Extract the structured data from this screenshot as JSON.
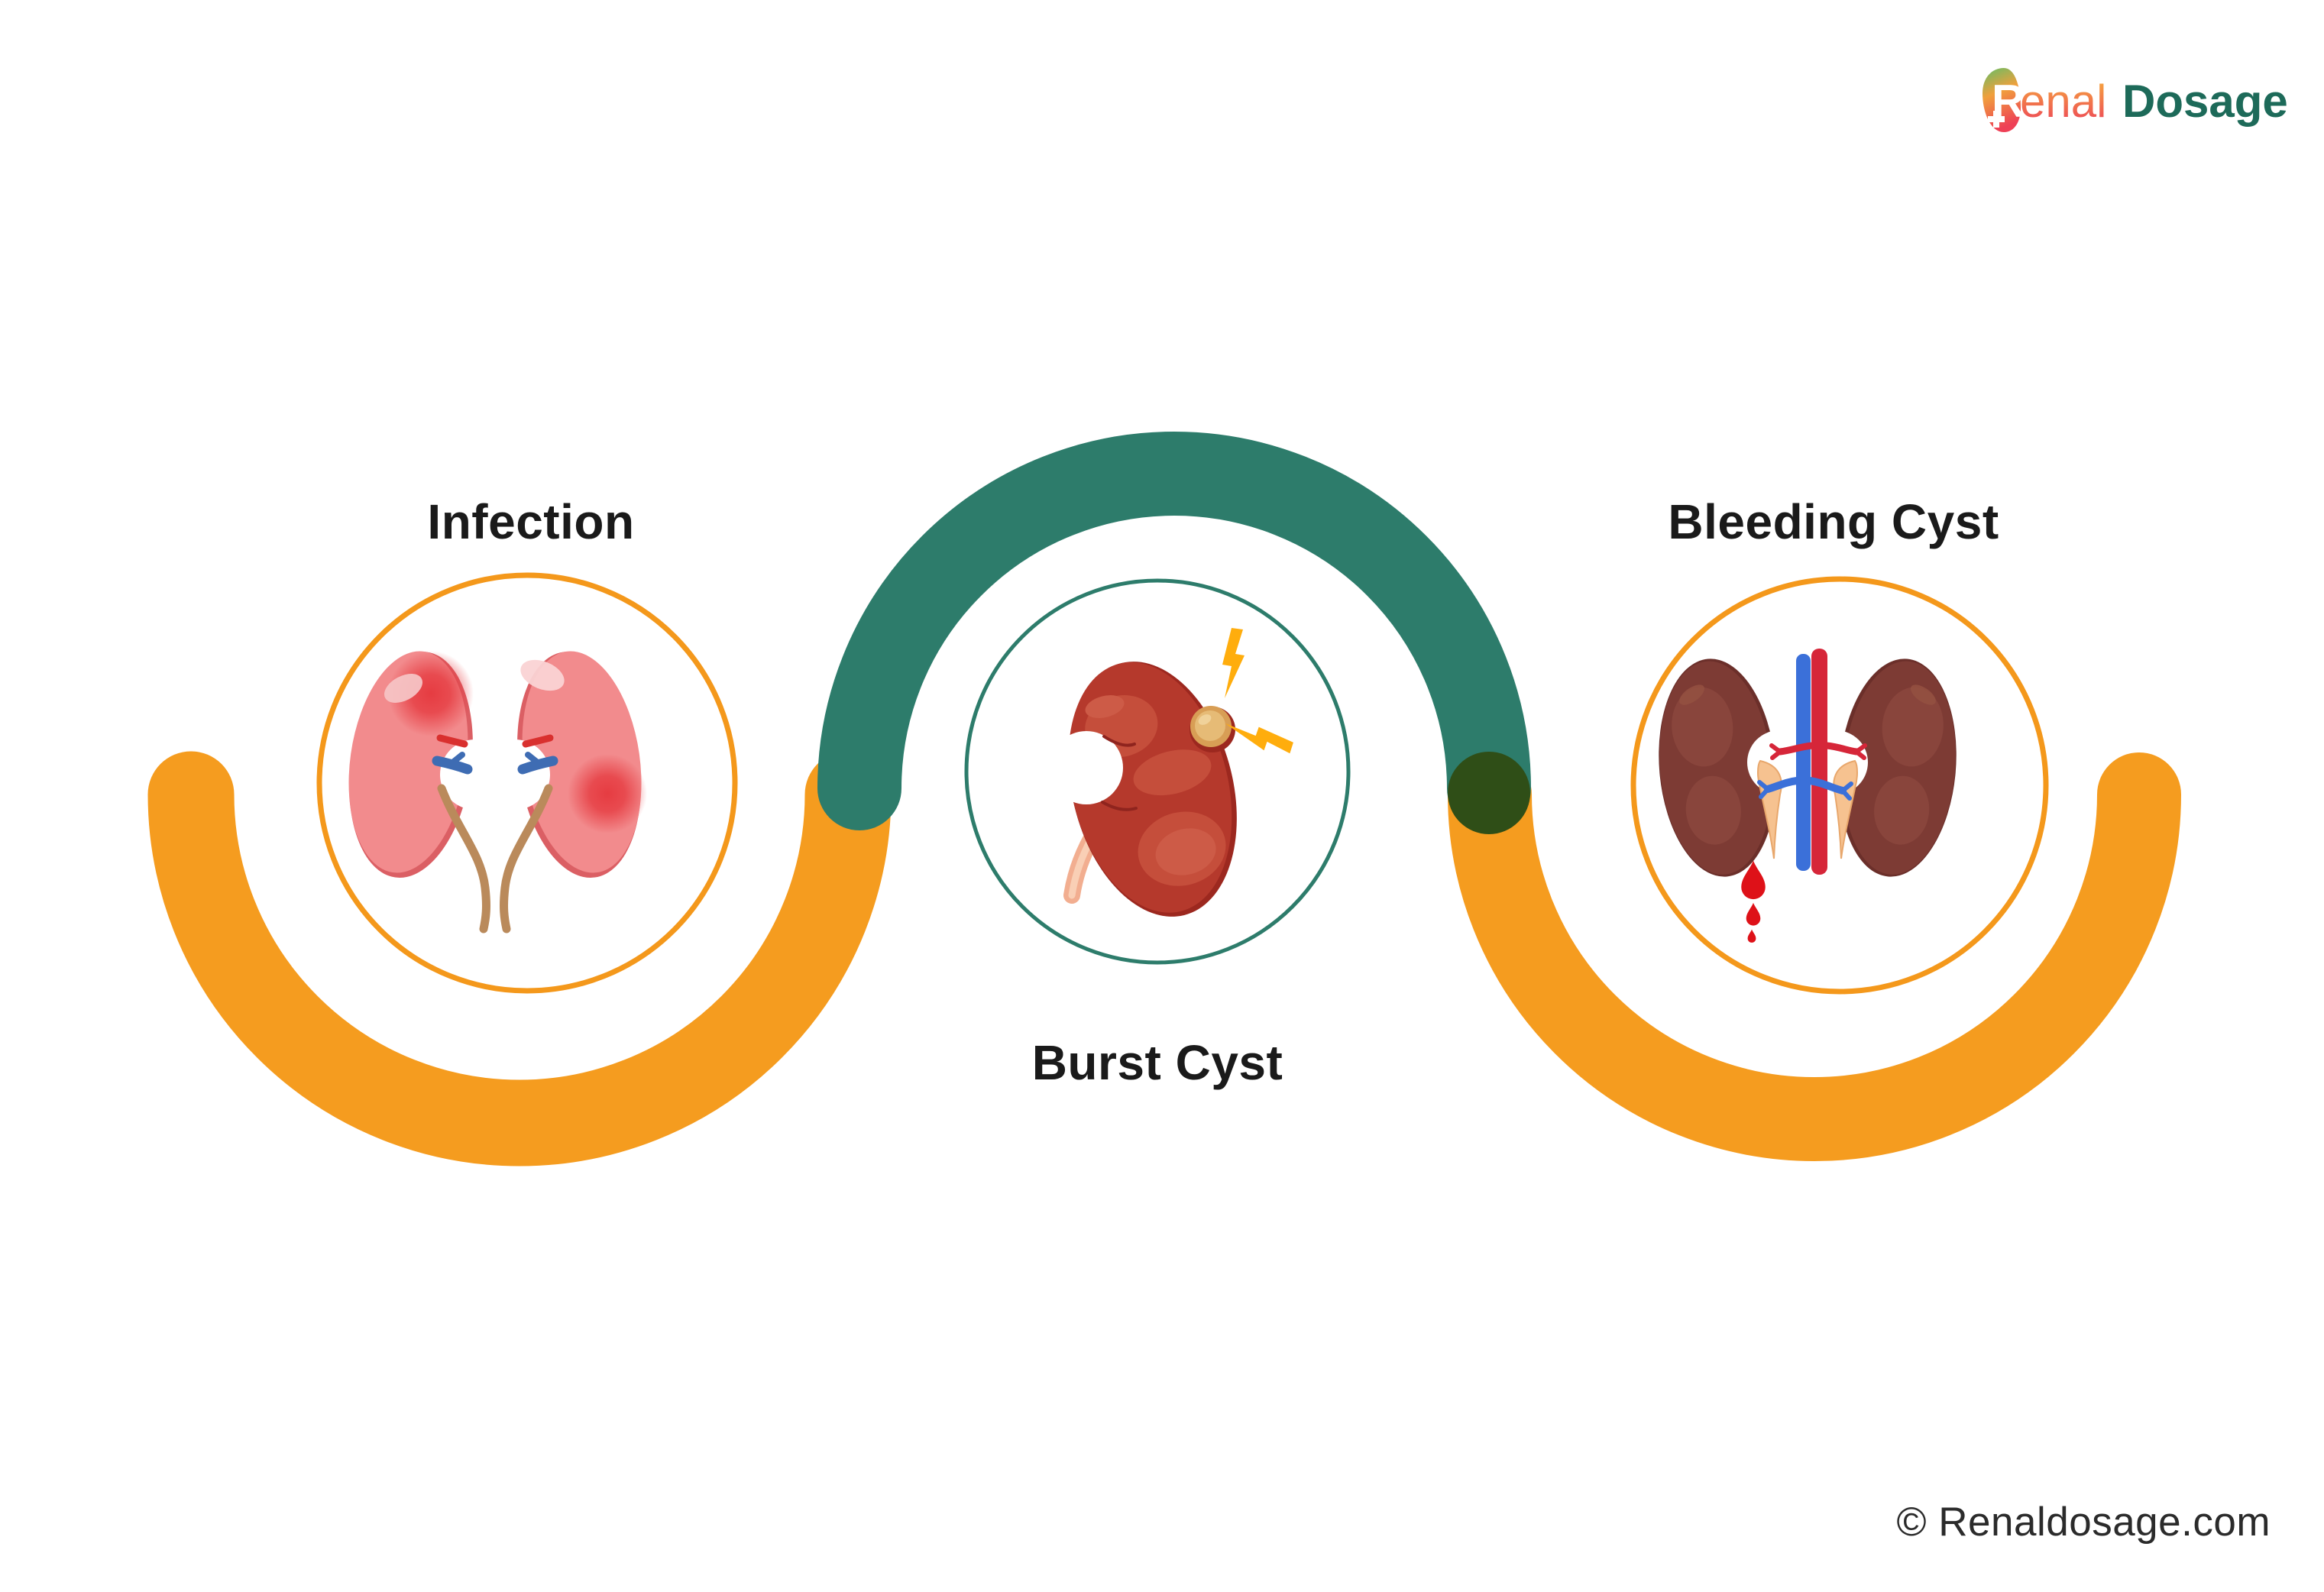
{
  "logo": {
    "initial": "R",
    "rest": "enal",
    "word2": "Dosage",
    "icon": "kidney-bean-logo-icon"
  },
  "items": [
    {
      "label": "Infection",
      "label_position": "above",
      "accent_color": "#F59C1F",
      "illustration": "infected-kidneys-pair"
    },
    {
      "label": "Burst Cyst",
      "label_position": "below",
      "accent_color": "#2D7C6B",
      "illustration": "burst-cyst-kidney"
    },
    {
      "label": "Bleeding Cyst",
      "label_position": "above",
      "accent_color": "#F59C1F",
      "illustration": "bleeding-kidneys-pair"
    }
  ],
  "footer": {
    "copyright": "© Renaldosage.com"
  },
  "colors": {
    "background": "#FFFFFF",
    "ribbon_orange": "#F59C1F",
    "ribbon_teal": "#2D7C6B",
    "junction_dark_green": "#2F4E17",
    "label_text": "#1A1A1A",
    "logo_dosage_teal": "#1D6A59",
    "copyright_text": "#2B2B2B"
  }
}
